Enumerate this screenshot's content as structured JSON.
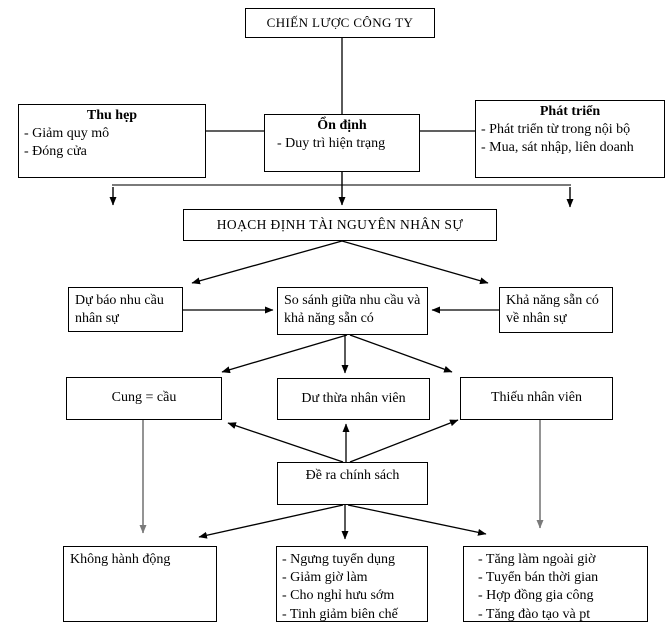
{
  "colors": {
    "line_black": "#000000",
    "line_gray": "#7a7a7a",
    "box_border": "#000000",
    "background": "#ffffff"
  },
  "boxes": {
    "company_strategy": {
      "label": "CHIẾN LƯỢC CÔNG TY"
    },
    "shrink": {
      "title": "Thu hẹp",
      "items": [
        "- Giảm quy mô",
        "- Đóng cửa"
      ]
    },
    "stable": {
      "title": "Ổn định",
      "items": [
        "- Duy trì hiện trạng"
      ]
    },
    "develop": {
      "title": "Phát triển",
      "items": [
        "- Phát triển từ trong nội bộ",
        "- Mua, sát nhập, liên doanh"
      ]
    },
    "hr_planning": {
      "label": "HOẠCH ĐỊNH TÀI NGUYÊN NHÂN SỰ"
    },
    "forecast": {
      "label": "Dự báo nhu cầu nhân sự"
    },
    "compare": {
      "label": "So sánh giữa nhu cầu và khả năng sẵn có"
    },
    "availability": {
      "label": "Khả năng sẵn có về nhân sự"
    },
    "supply_equals_demand": {
      "label": "Cung = cầu"
    },
    "surplus": {
      "label": "Dư thừa nhân viên"
    },
    "shortage": {
      "label": "Thiếu nhân viên"
    },
    "policy": {
      "label": "Đề ra chính sách"
    },
    "no_action": {
      "label": "Không hành động"
    },
    "surplus_actions": {
      "items": [
        "- Ngưng tuyển dụng",
        "- Giảm giờ làm",
        "- Cho nghỉ hưu sớm",
        "- Tinh giảm biên chế"
      ]
    },
    "shortage_actions": {
      "items": [
        "- Tăng làm ngoài giờ",
        "- Tuyển bán thời gian",
        "- Hợp đồng gia công",
        "- Tăng đào tạo và pt"
      ]
    }
  }
}
